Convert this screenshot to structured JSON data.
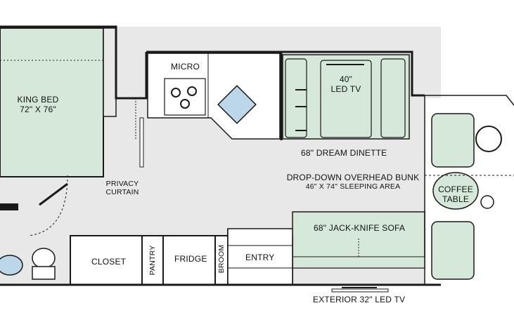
{
  "colors": {
    "floor": "#e8e8e8",
    "furniture_green": "#d6e8d9",
    "wall": "#1a1a1a",
    "white": "#ffffff",
    "accent_blue": "#bcd6ea"
  },
  "rooms": {
    "bedroom": {
      "bed_label": "KING BED",
      "bed_size": "72\" X 76\""
    },
    "kitchen": {
      "micro": "MICRO"
    },
    "privacy_curtain": {
      "line1": "PRIVACY",
      "line2": "CURTAIN"
    },
    "dinette": {
      "tv_size": "40\"",
      "tv_label": "LED TV",
      "label": "68\" DREAM DINETTE"
    },
    "bunk": {
      "title": "DROP-DOWN OVERHEAD BUNK",
      "size": "46\" X 74\" SLEEPING AREA"
    },
    "cab": {
      "coffee_table_line1": "COFFEE",
      "coffee_table_line2": "TABLE"
    },
    "sofa": {
      "label": "68\" JACK-KNIFE SOFA"
    },
    "storage": {
      "closet": "CLOSET",
      "pantry": "PANTRY",
      "fridge": "FRIDGE",
      "broom": "BROOM",
      "entry": "ENTRY"
    },
    "exterior": {
      "tv": "EXTERIOR 32\" LED TV"
    }
  }
}
